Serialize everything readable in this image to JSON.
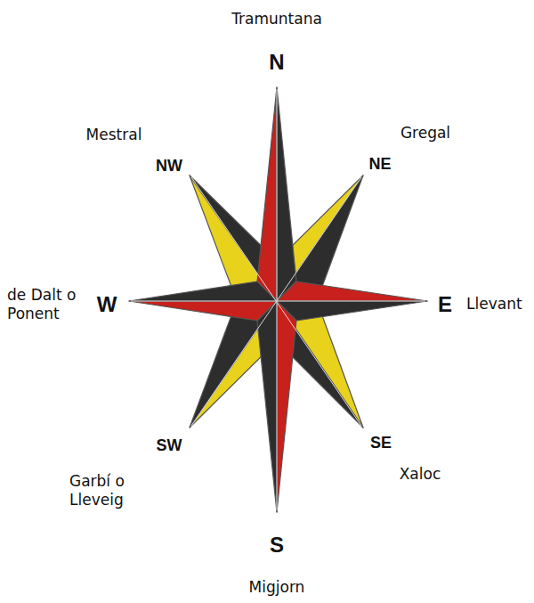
{
  "diagram": {
    "labels": [
      "Tramuntana",
      "N",
      "Mestral",
      "NW",
      "Gregal",
      "NE",
      "de Dalt o Ponent",
      "W",
      "E",
      "Llevant",
      "SW",
      "SE",
      "Garbí o Lleveig",
      "Xaloc",
      "S",
      "Migjorn"
    ]
  }
}
